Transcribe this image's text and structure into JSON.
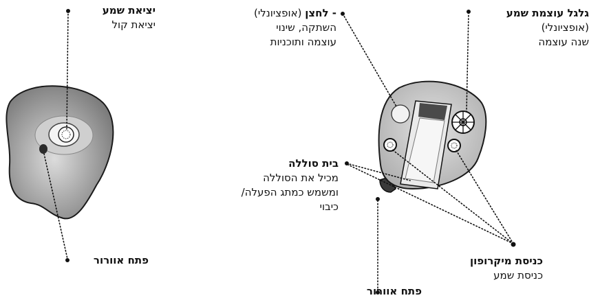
{
  "labels": {
    "speaker_out": {
      "title": "יציאת שמע",
      "desc": "יציאת קול"
    },
    "vent_left": {
      "title": "פתח אוורור"
    },
    "button": {
      "title": "- לחצן",
      "opt": " (אופציונלי)",
      "l2": "השתקה, שינוי",
      "l3": "עוצמה ותוכניות"
    },
    "volume_wheel": {
      "title": "גלגל עוצמת שמע",
      "l2": "(אופציונלי)",
      "l3": "שנה עוצמה"
    },
    "battery": {
      "title": "בית סוללה",
      "l2": "מכיל את הסוללה",
      "l3": "ומשמש כמתג הפעלה/",
      "l4": "כיבוי"
    },
    "microphone": {
      "title": "כניסת מיקרופון",
      "desc": "כניסת שמע"
    },
    "vent_bottom": {
      "title": "פתח אוורור"
    }
  }
}
